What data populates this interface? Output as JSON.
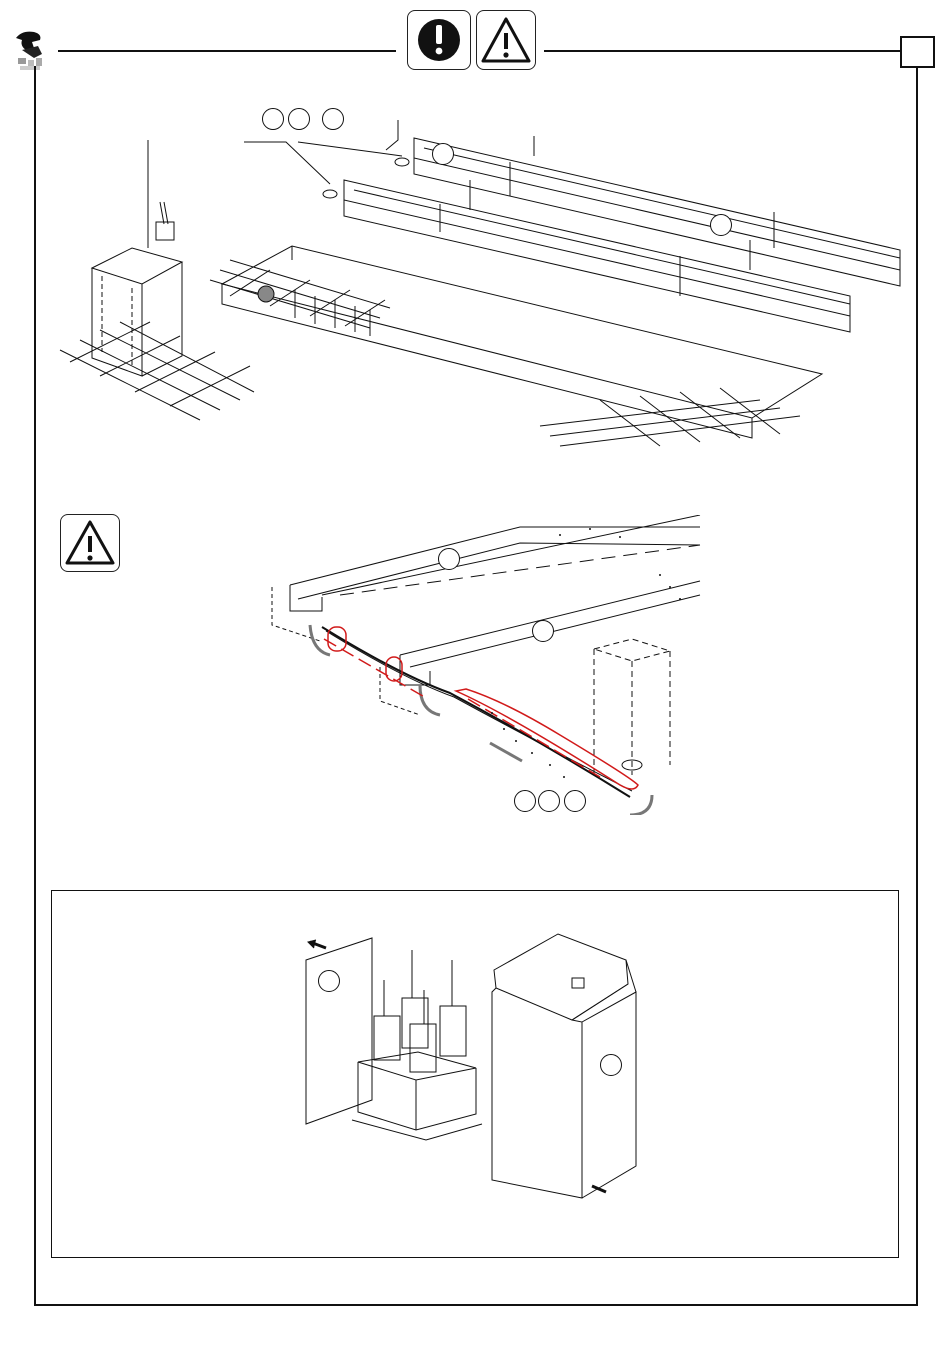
{
  "header": {
    "logo_icon": "manual-logo-icon",
    "icons": [
      "exclamation-icon",
      "warning-triangle-icon"
    ],
    "page_badge": ""
  },
  "figures": [
    {
      "name": "installation-overview",
      "callouts": [
        "",
        "",
        "",
        "",
        ""
      ]
    },
    {
      "name": "cable-routing",
      "callouts": [
        "",
        "",
        "",
        "",
        ""
      ]
    },
    {
      "name": "control-unit-panel",
      "callouts": [
        "",
        ""
      ]
    }
  ],
  "colors": {
    "line": "#111111",
    "highlight": "#d11a1a",
    "accent_arrow": "#777777"
  }
}
